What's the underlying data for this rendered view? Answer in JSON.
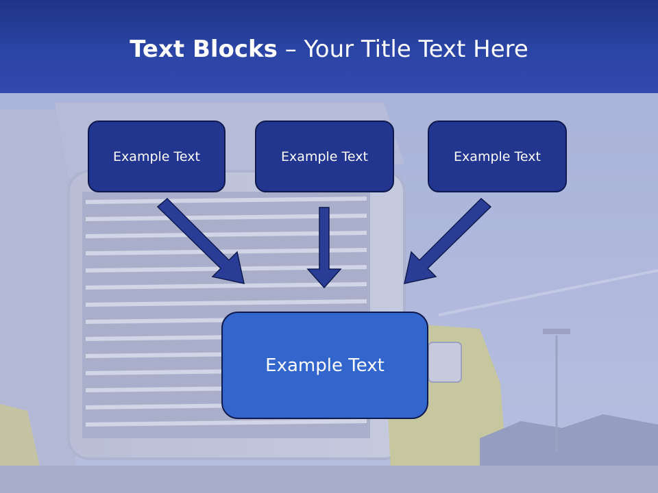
{
  "title": {
    "bold_part": "Text Blocks",
    "separator": " – ",
    "regular_part": "Your Title Text Here"
  },
  "blocks": {
    "top_left": "Example Text",
    "top_center": "Example Text",
    "top_right": "Example Text",
    "main": "Example Text"
  },
  "colors": {
    "title_bar": "#2b45a6",
    "small_box": "#22358f",
    "main_box": "#3366cc",
    "arrow": "#2a3d96"
  }
}
